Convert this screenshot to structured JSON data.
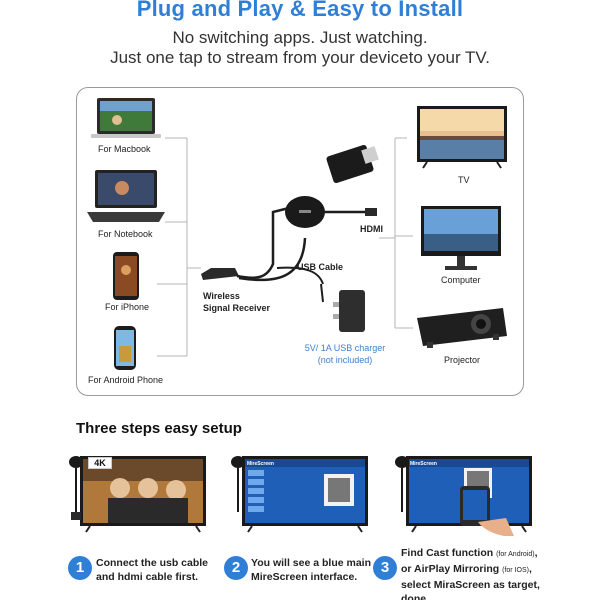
{
  "header": {
    "title": "Plug and Play & Easy to Install",
    "line1": "No switching apps. Just watching.",
    "line2": "Just one tap to stream from your deviceto your TV."
  },
  "diagram": {
    "sources": {
      "macbook": "For Macbook",
      "notebook": "For Notebook",
      "iphone": "For iPhone",
      "android": "For Android Phone"
    },
    "receiver_line1": "Wireless",
    "receiver_line2": "Signal Receiver",
    "usb_cable": "USB Cable",
    "hdmi": "HDMI",
    "charger_line1": "5V/ 1A USB charger",
    "charger_line2": "(not included)",
    "outputs": {
      "tv": "TV",
      "computer": "Computer",
      "projector": "Projector"
    }
  },
  "steps": {
    "title": "Three steps easy setup",
    "badge_4k": "4K",
    "screen_brand": "MireScreen",
    "items": [
      {
        "num": "1",
        "line1": "Connect the usb cable",
        "line2": "and hdmi cable first."
      },
      {
        "num": "2",
        "line1": "You will see a blue main",
        "line2": "MireScreen interface."
      },
      {
        "num": "3",
        "line1a": "Find Cast function ",
        "line1b": "(for Android)",
        "line1c": ",",
        "line2a": "or AirPlay Mirroring ",
        "line2b": "(for IOS)",
        "line2c": ",",
        "line3": "select MiraScreen as target,",
        "line4": "done."
      }
    ]
  },
  "colors": {
    "accent": "#2f7fd6",
    "screen_blue": "#1f5fb8"
  }
}
